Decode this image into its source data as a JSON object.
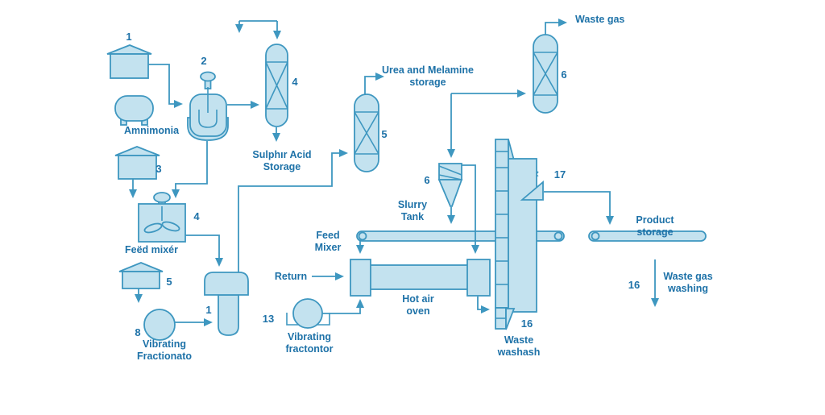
{
  "diagram": {
    "type": "process-flow-diagram",
    "subject": "fertilizer / urea production process",
    "colors": {
      "equipment_fill": "#c3e2ef",
      "line_stroke": "#3e97c0",
      "label_text": "#1e72a8",
      "background": "#ffffff"
    }
  },
  "labels": {
    "tank1_num": "1",
    "reactor_num": "2",
    "ammonia": "Amnimonia",
    "tank3_num": "3",
    "sulphur_column_num": "4",
    "sulphur_storage": "Sulphır Acid Storage",
    "feed_mixer_num": "4",
    "feed_mixer": "Feëd mixér",
    "tank5_num": "5",
    "fractionator8_num": "8",
    "vessel1_num": "1",
    "vibrating_fractionato": "Vibrating Fractionato",
    "urea_storage": "Urea and Melamine storage",
    "column5_num": "5",
    "column6_num": "6",
    "waste_gas": "Waste gas",
    "slurry_num": "6",
    "slurry_tank": "Slurry Tank",
    "feed_mixer2": "Feed Mixer",
    "return_label": "Return",
    "fractionator13_num": "13",
    "vibrating_fractontor": "Vibrating fractontor",
    "hot_air_oven": "Hot air oven",
    "tower16_num": "16",
    "waste_washash": "Waste washash",
    "chute17_num": "17",
    "product_storage": "Product storage",
    "washing16_num": "16",
    "waste_gas_washing": "Waste gas washing"
  }
}
